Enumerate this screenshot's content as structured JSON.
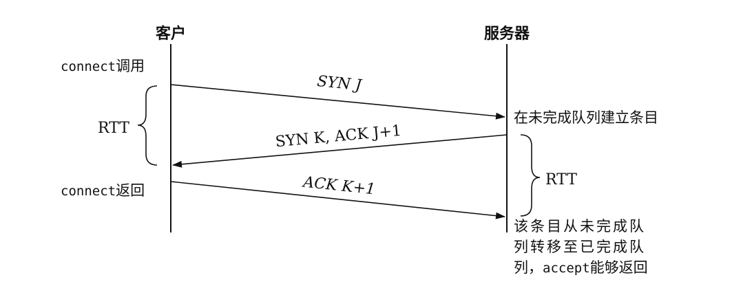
{
  "headers": {
    "client": "客户",
    "server": "服务器"
  },
  "client_events": {
    "connect_call_prefix": "connect",
    "connect_call_suffix": "调用",
    "connect_return_prefix": "connect",
    "connect_return_suffix": "返回",
    "rtt": "RTT"
  },
  "messages": {
    "syn": "SYN J",
    "synack": "SYN K, ACK J+1",
    "ack": "ACK K+1"
  },
  "server_events": {
    "enqueue": "在未完成队列建立条目",
    "rtt": "RTT",
    "move_line1": "该条目从未完成队",
    "move_line2": "列转移至已完成队",
    "move_line3_prefix": "列，",
    "move_line3_mono": "accept",
    "move_line3_suffix": "能够返回"
  }
}
